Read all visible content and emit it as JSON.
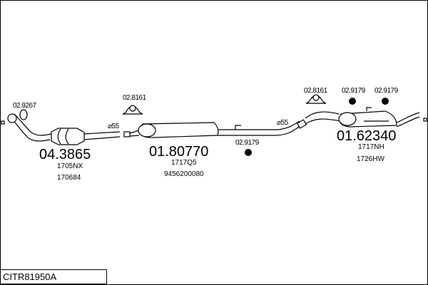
{
  "diagram_code": "CITR81950A",
  "diameter_labels": [
    "⌀55",
    "⌀55"
  ],
  "parts": [
    {
      "number": "04.3865",
      "oem": [
        "1705NX",
        "170684"
      ]
    },
    {
      "number": "01.80770",
      "oem": [
        "1717Q5",
        "9456200080"
      ]
    },
    {
      "number": "01.62340",
      "oem": [
        "1717NH",
        "1726HW"
      ]
    }
  ],
  "accessories": [
    "02.9267",
    "02.8161",
    "02.9179",
    "02.8161",
    "02.9179",
    "02.9179"
  ]
}
